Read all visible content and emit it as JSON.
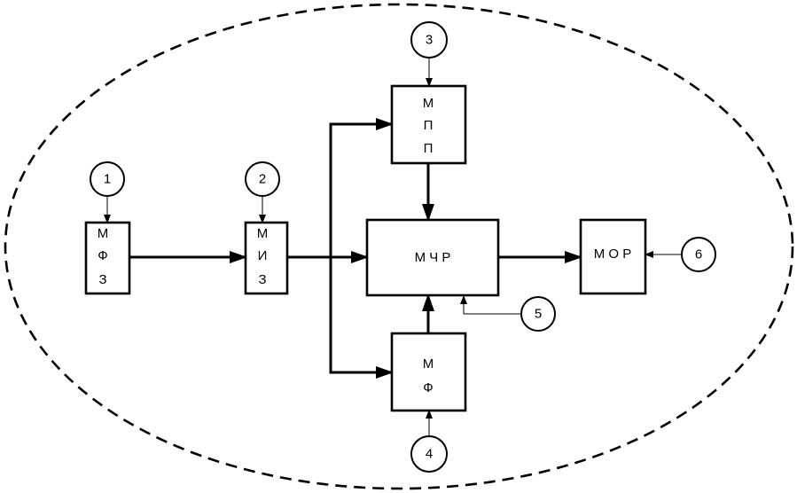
{
  "blocks": {
    "mfz": {
      "lines": [
        "М",
        "Ф",
        "З"
      ]
    },
    "miz": {
      "lines": [
        "М",
        "И",
        "З"
      ]
    },
    "mpp": {
      "lines": [
        "М",
        "П",
        "П"
      ]
    },
    "mchr": {
      "label": "М Ч Р"
    },
    "mf": {
      "lines": [
        "М",
        "Ф"
      ]
    },
    "mor": {
      "label": "М О Р"
    }
  },
  "inputs": [
    "1",
    "2",
    "3",
    "4",
    "5",
    "6"
  ]
}
